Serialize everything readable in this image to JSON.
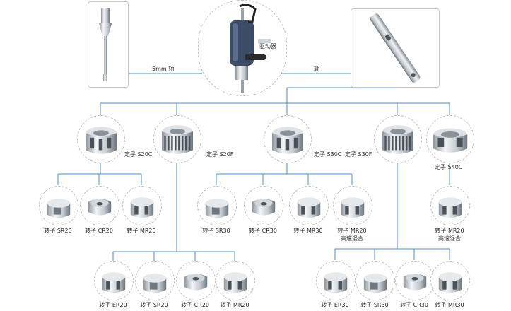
{
  "colors": {
    "line": "#4d8fd0",
    "metal_light": "#eef1f4",
    "metal_mid": "#b7bec6",
    "metal_dark": "#5f6770",
    "dash": "#bfbfbf"
  },
  "top": {
    "shaft_5mm_label": "5mm 轴",
    "drive_label": "驱动器",
    "shaft_label": "轴"
  },
  "stators": [
    {
      "id": "s20c",
      "label": "定子 S20C"
    },
    {
      "id": "s20f",
      "label": "定子 S20F"
    },
    {
      "id": "s30c",
      "label": "定子 S30C"
    },
    {
      "id": "s30f",
      "label": "定子 S30F"
    },
    {
      "id": "s40c",
      "label": "定子 S40C"
    }
  ],
  "rotors": {
    "group_a": [
      "转子 SR20",
      "转子 CR20",
      "转子 MR20"
    ],
    "group_b": [
      "转子 SR30",
      "转子 CR30",
      "转子 MR30",
      "转子 MR20"
    ],
    "group_b_note": "高速混合",
    "group_c": [
      "转子 MR20"
    ],
    "group_c_note": "高速混合",
    "group_d": [
      "转子 ER20",
      "转子 SR20",
      "转子 CR20",
      "转子 MR20"
    ],
    "group_e": [
      "转子 ER30",
      "转子 SR30",
      "转子 CR30",
      "转子 MR30"
    ]
  }
}
